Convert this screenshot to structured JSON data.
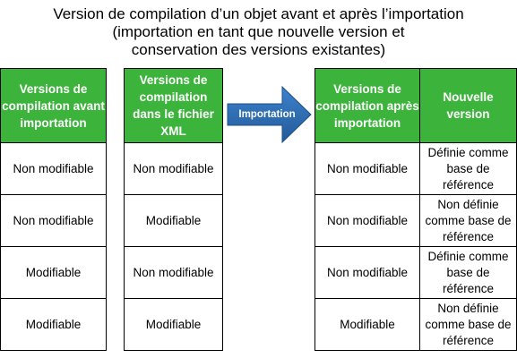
{
  "title": {
    "line1": "Version de compilation d’un objet avant et après l’importation",
    "line2": "(importation en tant que nouvelle version et",
    "line3": "conservation des versions existantes)"
  },
  "arrow": {
    "label": "Importation",
    "fill": "#2f6fb5"
  },
  "colors": {
    "header_bg": "#3cb43c",
    "header_text": "#ffffff",
    "border": "#000000"
  },
  "table_before": {
    "header": "Versions de compilation avant importation",
    "rows": [
      "Non modifiable",
      "Non modifiable",
      "Modifiable",
      "Modifiable"
    ]
  },
  "table_xml": {
    "header": "Versions de compilation dans le fichier XML",
    "rows": [
      "Non modifiable",
      "Modifiable",
      "Non modifiable",
      "Modifiable"
    ]
  },
  "table_after": {
    "headers": [
      "Versions de compilation après importation",
      "Nouvelle version"
    ],
    "rows": [
      [
        "Non modifiable",
        "Définie comme base de référence"
      ],
      [
        "Non modifiable",
        "Non définie comme base de référence"
      ],
      [
        "Non modifiable",
        "Définie comme base de référence"
      ],
      [
        "Modifiable",
        "Non définie comme base de référence"
      ]
    ]
  }
}
